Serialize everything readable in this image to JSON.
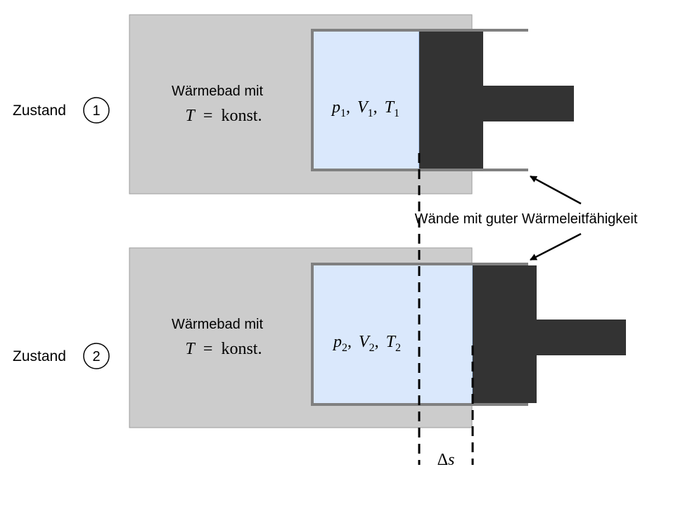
{
  "colors": {
    "bath_fill": "#cccccc",
    "bath_stroke": "#9e9e9e",
    "gas_fill": "#dae8fc",
    "gas_stroke": "#7a9fd6",
    "wall": "#808080",
    "piston": "#333333",
    "line": "#000000"
  },
  "states": [
    {
      "label": "Zustand",
      "number": "1",
      "bath_line1": "Wärmebad mit",
      "bath_T": "T",
      "bath_eq": "=",
      "bath_konst": "konst.",
      "gas": {
        "p": "p",
        "V": "V",
        "T": "T",
        "index": "1",
        "sep": ","
      }
    },
    {
      "label": "Zustand",
      "number": "2",
      "bath_line1": "Wärmebad mit",
      "bath_T": "T",
      "bath_eq": "=",
      "bath_konst": "konst.",
      "gas": {
        "p": "p",
        "V": "V",
        "T": "T",
        "index": "2",
        "sep": ","
      }
    }
  ],
  "annotation": {
    "walls_label": "Wände mit guter Wärmeleitfähigkeit"
  },
  "displacement": {
    "delta": "Δ",
    "s": "s"
  }
}
